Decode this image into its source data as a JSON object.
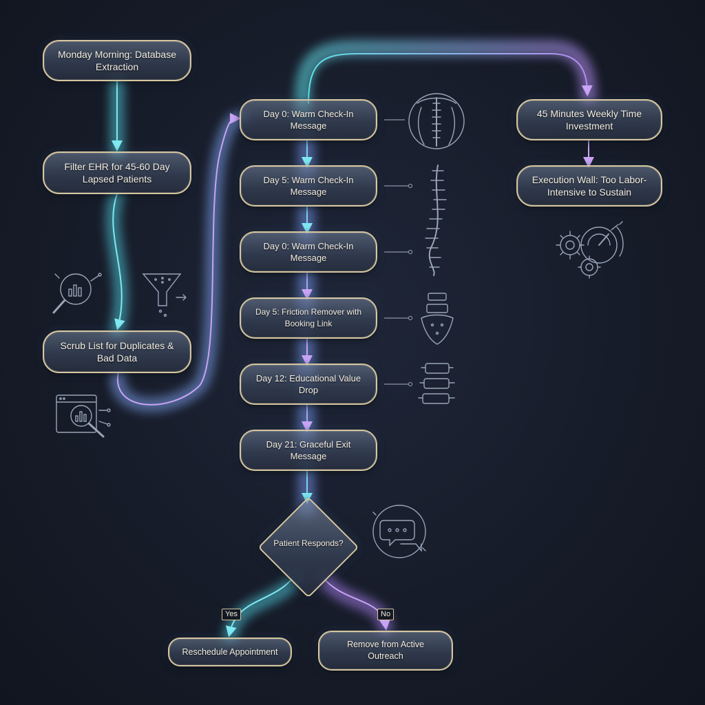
{
  "nodes": {
    "monday": "Monday Morning: Database\nExtraction",
    "filter": "Filter EHR for 45-60 Day\nLapsed Patients",
    "scrub": "Scrub List for Duplicates &\nBad Data",
    "day0a": "Day 0: Warm Check-In\nMessage",
    "day5a": "Day 5: Warm Check-In\nMessage",
    "day0b": "Day 0: Warm Check-In\nMessage",
    "day5b": "Day 5: Friction Remover with\nBooking Link",
    "day12": "Day 12: Educational Value\nDrop",
    "day21": "Day 21: Graceful Exit\nMessage",
    "time": "45 Minutes Weekly Time\nInvestment",
    "wall": "Execution Wall: Too Labor-\nIntensive to Sustain",
    "decision": "Patient Responds?",
    "reschedule": "Reschedule Appointment",
    "remove": "Remove from Active Outreach"
  },
  "branches": {
    "yes": "Yes",
    "no": "No"
  },
  "colors": {
    "teal": "#5fe0e8",
    "purple": "#b58cf0",
    "border": "#d6c6a0",
    "icon": "#9aa6b8"
  },
  "icons": [
    "analytics-magnifier-icon",
    "filter-funnel-icon",
    "dashboard-search-icon",
    "back-torso-icon",
    "spine-column-icon",
    "pelvis-vertebra-icon",
    "vertebrae-icon",
    "gears-gauge-icon",
    "chat-cycle-icon"
  ]
}
